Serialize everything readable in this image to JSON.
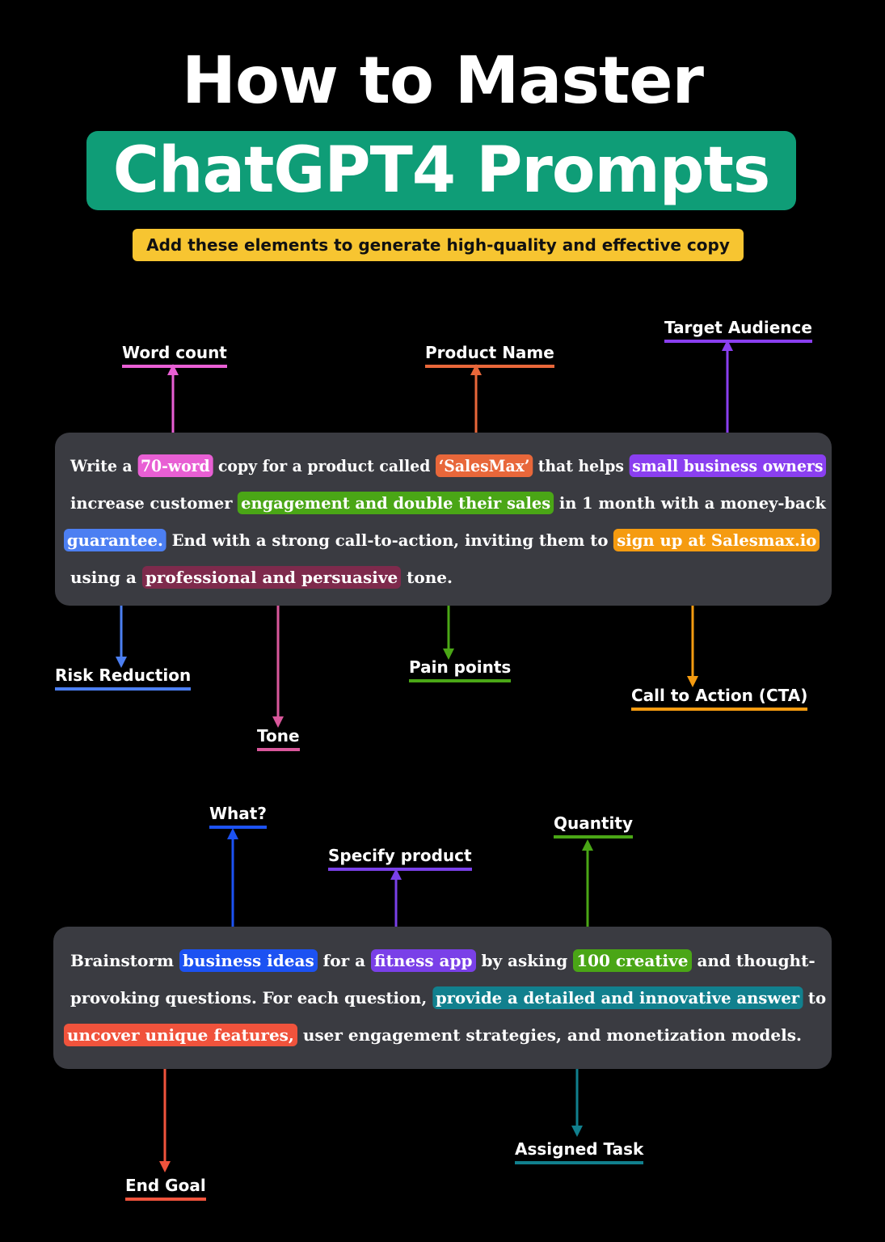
{
  "header": {
    "title": "How to Master",
    "title_highlight": "ChatGPT4 Prompts",
    "subtitle": "Add these elements to generate high-quality and effective copy"
  },
  "colors": {
    "title_green": "#0f9d77",
    "subtitle_yellow": "#f7c531",
    "box_gray": "#3a3b41",
    "pink": "#e85fd4",
    "orange_red": "#e8673a",
    "purple": "#8a3ff0",
    "green": "#4aa616",
    "blue": "#4c7ff2",
    "amber": "#f59b10",
    "maroon": "#7e2a4c",
    "royal_blue": "#1c52f2",
    "violet": "#7a40e8",
    "teal": "#11808e",
    "red": "#f0533c"
  },
  "example1": {
    "line1": {
      "t1": "Write a ",
      "h_word_count": "70-word",
      "t2": " copy for a product called ",
      "h_product": "‘SalesMax’",
      "t3": " that helps ",
      "h_audience": "small business owners"
    },
    "line2": {
      "t1": "increase customer ",
      "h_pain": "engagement and double their sales",
      "t2": " in 1 month with a money-back"
    },
    "line3": {
      "h_guarantee": "guarantee.",
      "t1": " End with a strong call-to-action, inviting them to ",
      "h_cta": "sign up at Salesmax.io"
    },
    "line4": {
      "t1": "using a ",
      "h_tone": "professional and persuasive",
      "t2": " tone."
    },
    "labels": {
      "word_count": "Word count",
      "product_name": "Product Name",
      "target_audience": "Target Audience",
      "risk_reduction": "Risk Reduction",
      "tone": "Tone",
      "pain_points": "Pain points",
      "cta": "Call to Action (CTA)"
    }
  },
  "example2": {
    "line1": {
      "t1": "Brainstorm ",
      "h_what": "business ideas",
      "t2": " for a ",
      "h_product": "fitness app",
      "t3": " by asking ",
      "h_quantity": "100 creative",
      "t4": " and thought-"
    },
    "line2": {
      "t1": "provoking questions. For each question, ",
      "h_task": "provide a detailed and innovative answer",
      "t2": " to"
    },
    "line3": {
      "h_goal": "uncover unique features,",
      "t1": " user engagement strategies, and monetization models."
    },
    "labels": {
      "what": "What?",
      "specify_product": "Specify product",
      "quantity": "Quantity",
      "end_goal": "End Goal",
      "assigned_task": "Assigned Task"
    }
  }
}
